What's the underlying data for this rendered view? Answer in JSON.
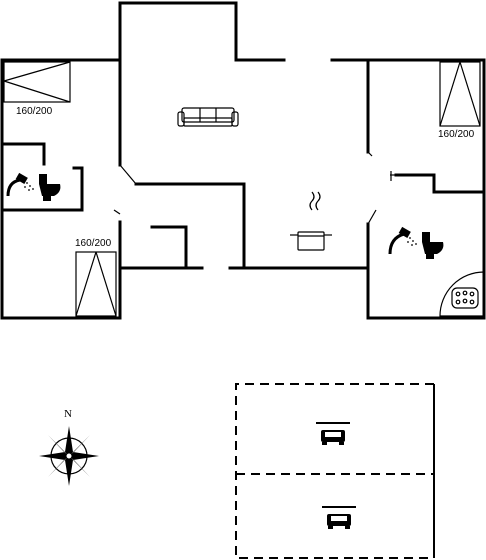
{
  "bed_labels": {
    "top_left": "160/200",
    "top_right": "160/200",
    "bottom_left": "160/200"
  },
  "compass": {
    "north": "N"
  },
  "icons": [
    "bed-icon",
    "sofa-icon",
    "shower-icon",
    "toilet-icon",
    "cooking-pot-icon",
    "jacuzzi-icon",
    "car-icon",
    "compass-rose-icon"
  ]
}
